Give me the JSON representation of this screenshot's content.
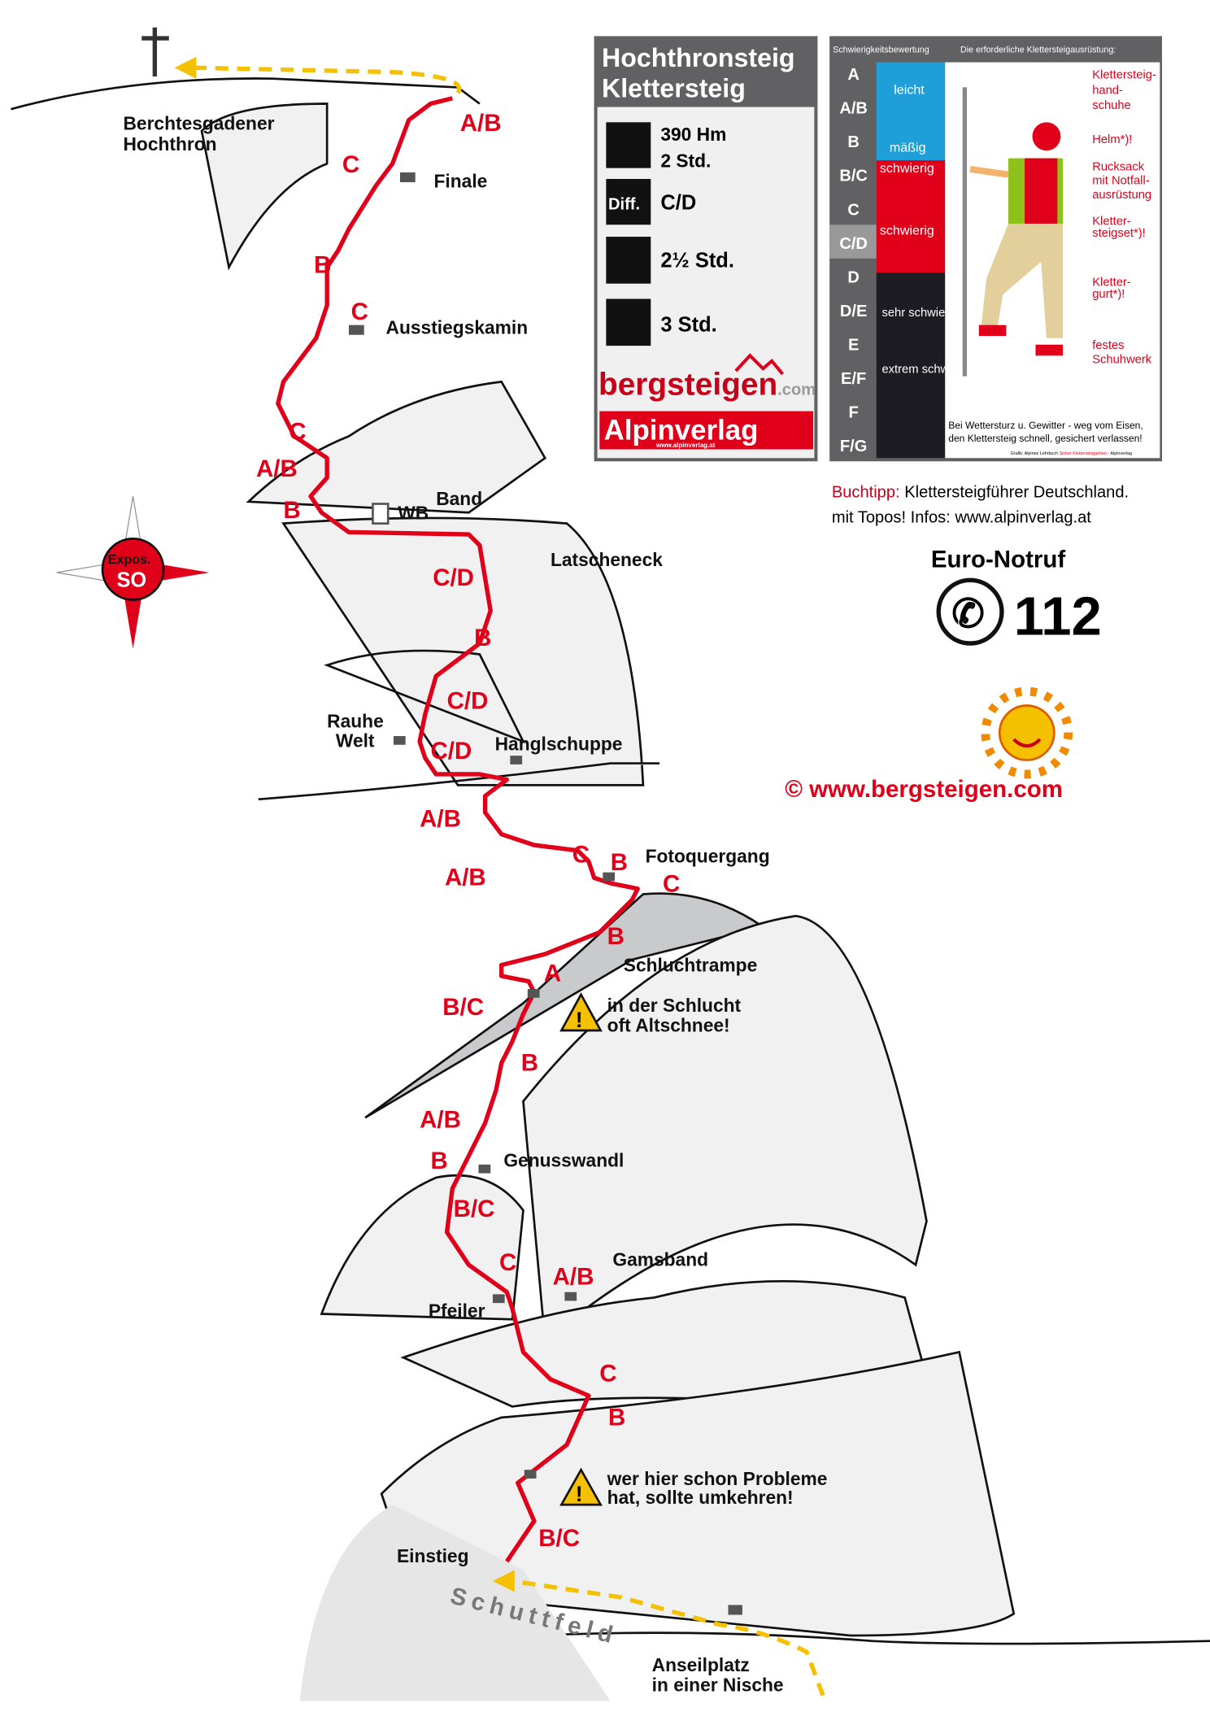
{
  "title": {
    "line1": "Hochthronsteig",
    "line2": "Klettersteig"
  },
  "stats": {
    "ascent": "390 Hm",
    "ascent_time": "2 Std.",
    "diff_label": "Diff.",
    "difficulty": "C/D",
    "approach_time": "2½ Std.",
    "descent_time": "3 Std."
  },
  "logos": {
    "bergsteigen_main": "bergsteigen",
    "bergsteigen_suffix": ".com",
    "alpinverlag": "Alpinverlag",
    "alpinverlag_url": "www.alpinverlag.at"
  },
  "legend": {
    "header_left": "Schwierigkeitsbewertung",
    "header_right": "Die erforderliche Klettersteigausrüstung:",
    "grades": [
      "A",
      "A/B",
      "B",
      "B/C",
      "C",
      "C/D",
      "D",
      "D/E",
      "E",
      "E/F",
      "F",
      "F/G"
    ],
    "highlighted_grade": "C/D",
    "levels": [
      {
        "label": "leicht",
        "color": "#1e9fd8"
      },
      {
        "label": "mäßig",
        "color": "#1e9fd8"
      },
      {
        "label": "schwierig",
        "color": "#e0001a"
      },
      {
        "label": "schwierig",
        "color": "#e0001a"
      },
      {
        "label": "sehr schwierig",
        "color": "#1c1c22"
      },
      {
        "label": "extrem schwierig",
        "color": "#1c1c22"
      }
    ],
    "equipment": [
      "Klettersteig-",
      "hand-",
      "schuhe",
      "Helm*)!",
      "Rucksack",
      "mit Notfall-",
      "ausrüstung",
      "Kletter-",
      "steigset*)!",
      "Kletter-",
      "gurt*)!",
      "festes",
      "Schuhwerk"
    ],
    "warning_line1": "Bei Wettersturz u. Gewitter - weg vom Eisen,",
    "warning_line2": "den Klettersteig schnell, gesichert verlassen!",
    "credit_prefix": "Grafik: Alpines Lehrbuch ",
    "credit_book": "Sicher Klettersteiggehen",
    "credit_suffix": " - Alpinverlag"
  },
  "book_tip": {
    "label": "Buchtipp:",
    "line1": "Klettersteigführer Deutschland.",
    "line2": "mit Topos! Infos: www.alpinverlag.at"
  },
  "emergency": {
    "title": "Euro-Notruf",
    "number": "112"
  },
  "copyright": {
    "symbol": "©",
    "url": "www.bergsteigen.com"
  },
  "compass": {
    "label": "Expos.",
    "direction": "SO"
  },
  "places": [
    "Berchtesgadener",
    "Hochthron",
    "Finale",
    "Ausstiegskamin",
    "WB",
    "Band",
    "Latscheneck",
    "Rauhe",
    "Welt",
    "Hanglschuppe",
    "Fotoquergang",
    "Schluchtrampe",
    "in der Schlucht",
    "oft Altschnee!",
    "Genusswandl",
    "Pfeiler",
    "Gamsband",
    "wer hier schon Probleme",
    "hat, sollte umkehren!",
    "Einstieg",
    "Schuttfeld",
    "Anseilplatz",
    "in einer Nische"
  ],
  "grades_on_route": [
    "A/B",
    "C",
    "B",
    "C",
    "C",
    "A/B",
    "B",
    "C/D",
    "B",
    "C/D",
    "C/D",
    "A/B",
    "A/B",
    "C",
    "B",
    "C",
    "B",
    "A",
    "B/C",
    "B",
    "A/B",
    "B",
    "B/C",
    "C",
    "A/B",
    "C",
    "B",
    "B/C"
  ],
  "colors": {
    "route": "#e0001a",
    "grade_text": "#e0001a",
    "dashed_path": "#f5c000",
    "panel_gray": "#616163"
  }
}
